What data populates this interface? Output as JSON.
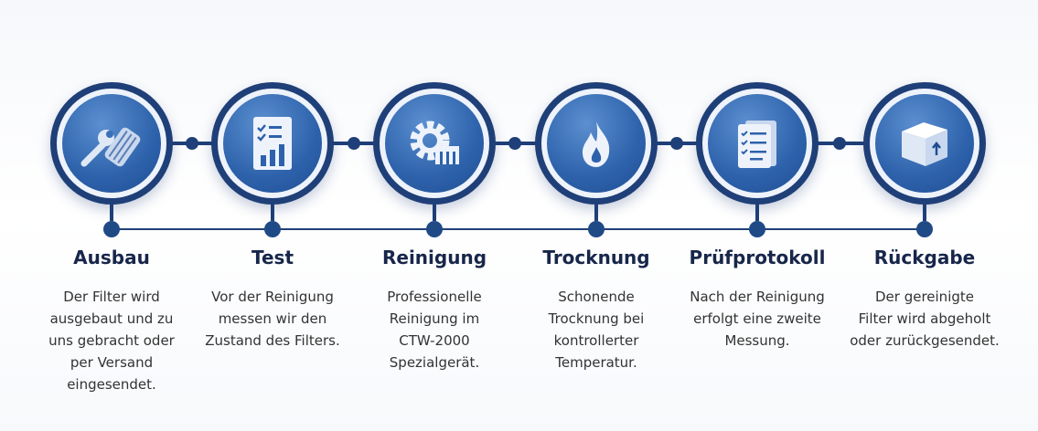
{
  "steps": [
    {
      "title": "Ausbau",
      "description": "Der Filter wird\nausgebaut und zu\nuns gebracht oder\nper Versand\neingesendet.",
      "icon": "wrench-filter-icon"
    },
    {
      "title": "Test",
      "description": "Vor der Reinigung\nmessen wir den\nZustand des Filters.",
      "icon": "checklist-chart-icon"
    },
    {
      "title": "Reinigung",
      "description": "Professionelle\nReinigung im\nCTW-2000\nSpezialgerät.",
      "icon": "gear-machine-icon"
    },
    {
      "title": "Trocknung",
      "description": "Schonende\nTrocknung bei\nkontrollerter\nTemperatur.",
      "icon": "flame-icon"
    },
    {
      "title": "Prüfprotokoll",
      "description": "Nach der Reinigung\nerfolgt eine zweite\nMessung.",
      "icon": "protocol-document-icon"
    },
    {
      "title": "Rückgabe",
      "description": "Der gereinigte\nFilter wird abgeholt\noder zurückgesendet.",
      "icon": "package-return-icon"
    }
  ],
  "colors": {
    "primary": "#1f3f78",
    "accent": "#2d62ab"
  }
}
